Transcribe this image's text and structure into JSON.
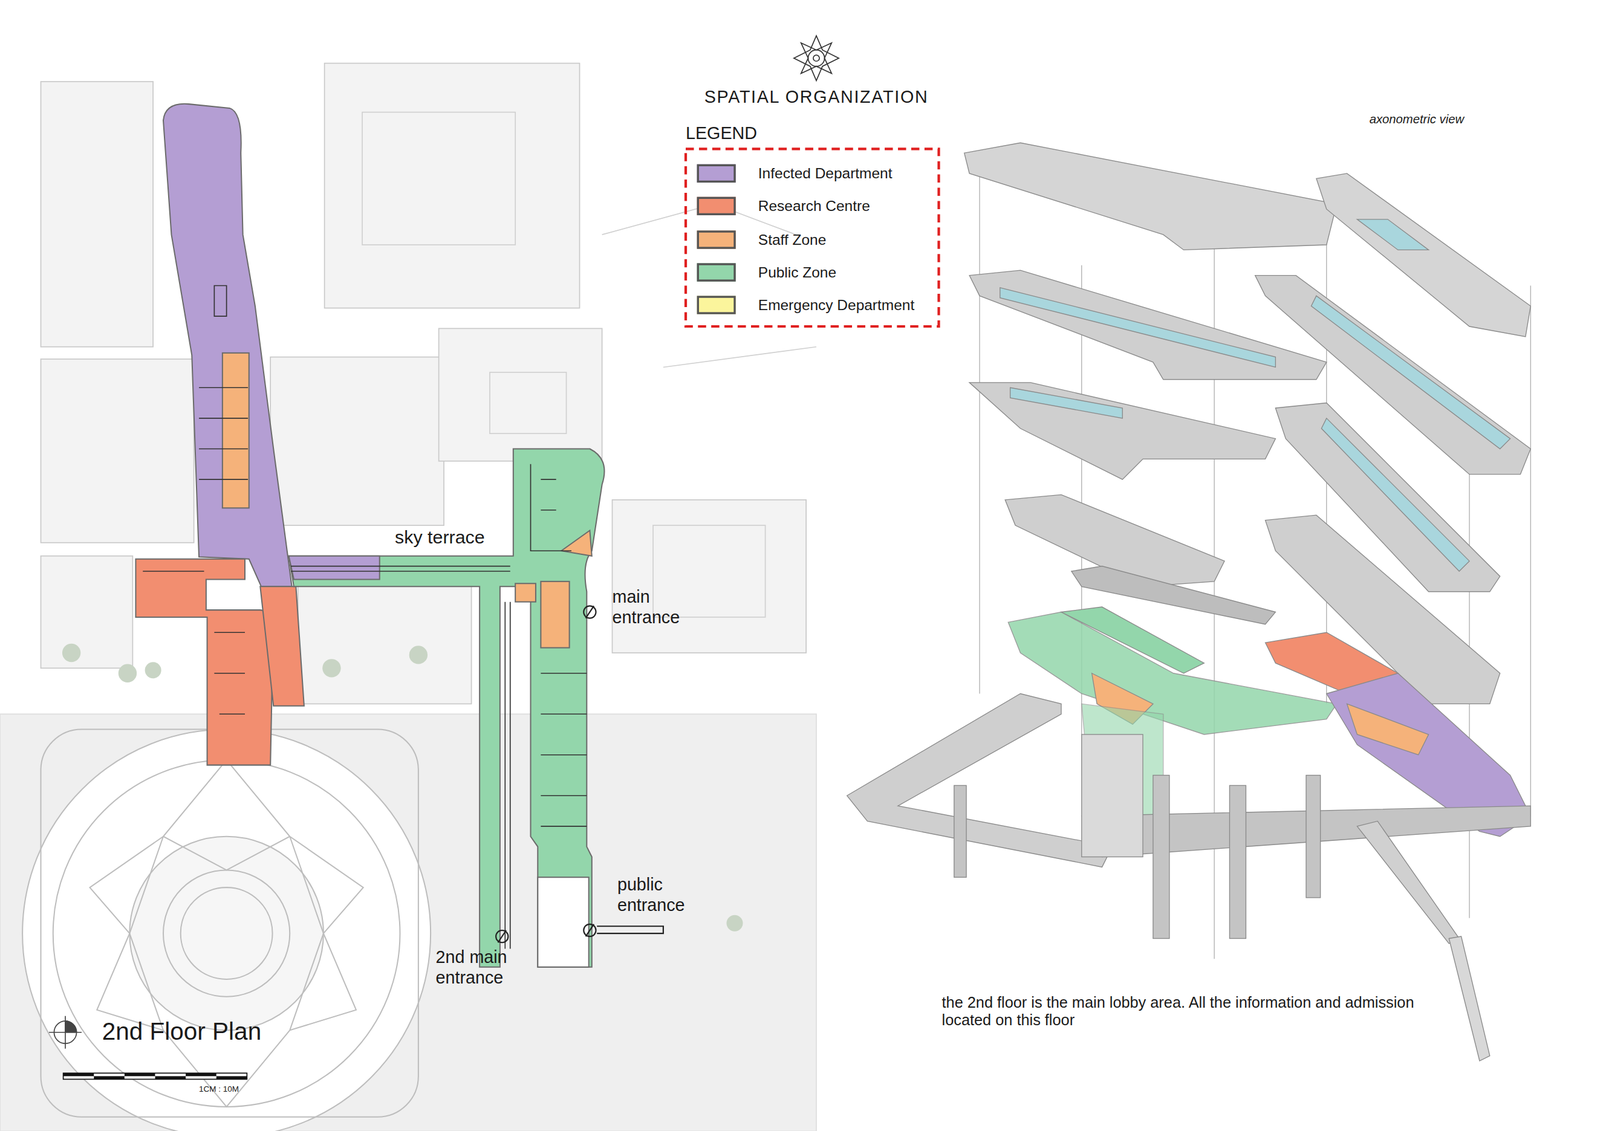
{
  "diagram": {
    "title": "SPATIAL ORGANIZATION",
    "caption": "the 2nd floor is the main lobby area. All the information and admission located on this floor",
    "labels": [
      "LEGEND",
      "axonometric view",
      "sky terrace",
      "main entrance",
      "public entrance",
      "2nd main entrance",
      "2nd Floor Plan",
      "1CM : 10M"
    ],
    "legend": [
      {
        "text": "Infected Department",
        "color": "#b49ed3"
      },
      {
        "text": "Research Centre",
        "color": "#f28e70"
      },
      {
        "text": "Staff Zone",
        "color": "#f5b27a"
      },
      {
        "text": "Public Zone",
        "color": "#93d6ab"
      },
      {
        "text": "Emergency Department",
        "color": "#fbf59c"
      }
    ]
  }
}
